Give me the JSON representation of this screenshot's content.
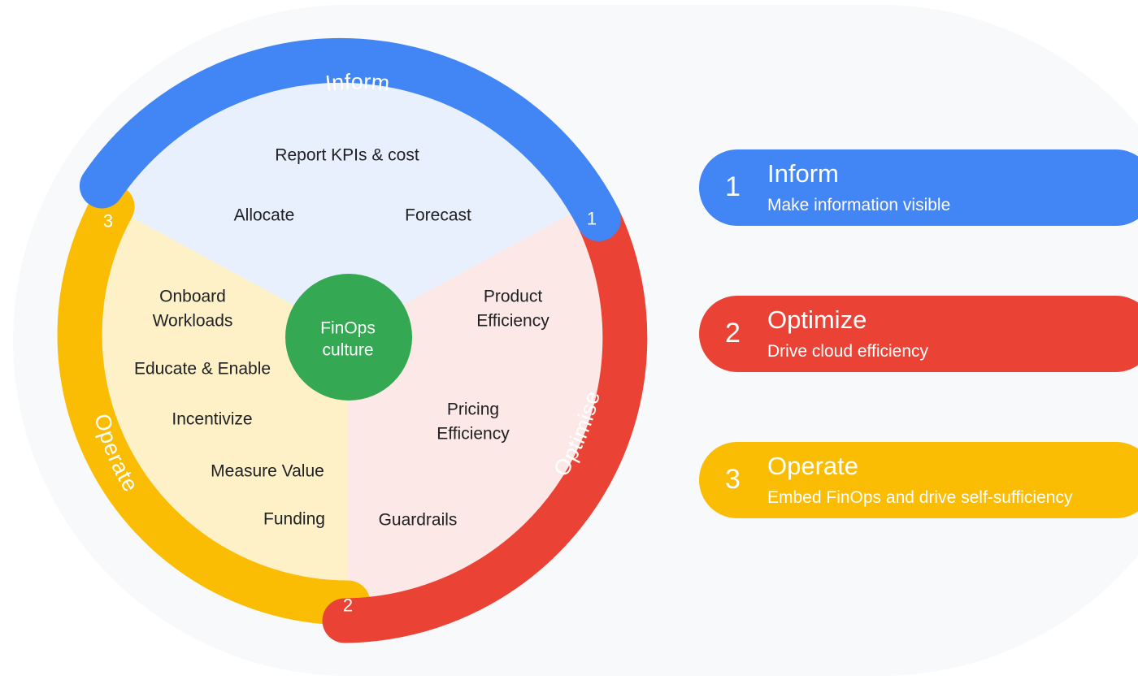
{
  "colors": {
    "blue": "#4285f4",
    "red": "#ea4335",
    "yellow": "#fbbc04",
    "green": "#34a853",
    "light_blue": "#e8f0fe",
    "light_red": "#fce8e6",
    "light_yellow": "#fef1c7",
    "text_dark": "#202124"
  },
  "diagram": {
    "center": {
      "line1": "FinOps",
      "line2": "culture"
    },
    "rings": [
      {
        "id": "inform",
        "title": "Inform",
        "number": "1",
        "color": "#4285f4"
      },
      {
        "id": "optimise",
        "title": "Optimise",
        "number": "2",
        "color": "#ea4335"
      },
      {
        "id": "operate",
        "title": "Operate",
        "number": "3",
        "color": "#fbbc04"
      }
    ],
    "inform_items": [
      "Report KPIs & cost",
      "Allocate",
      "Forecast"
    ],
    "optimise_items": [
      {
        "line1": "Product",
        "line2": "Efficiency"
      },
      {
        "line1": "Pricing",
        "line2": "Efficiency"
      },
      {
        "line1": "Guardrails"
      }
    ],
    "operate_items": [
      {
        "line1": "Onboard",
        "line2": "Workloads"
      },
      {
        "line1": "Educate & Enable"
      },
      {
        "line1": "Incentivize"
      },
      {
        "line1": "Measure Value"
      },
      {
        "line1": "Funding"
      }
    ]
  },
  "legend": [
    {
      "number": "1",
      "title": "Inform",
      "subtitle": "Make information visible",
      "color": "#4285f4"
    },
    {
      "number": "2",
      "title": "Optimize",
      "subtitle": "Drive cloud efficiency",
      "color": "#ea4335"
    },
    {
      "number": "3",
      "title": "Operate",
      "subtitle": "Embed FinOps and drive self-sufficiency",
      "color": "#fbbc04"
    }
  ]
}
